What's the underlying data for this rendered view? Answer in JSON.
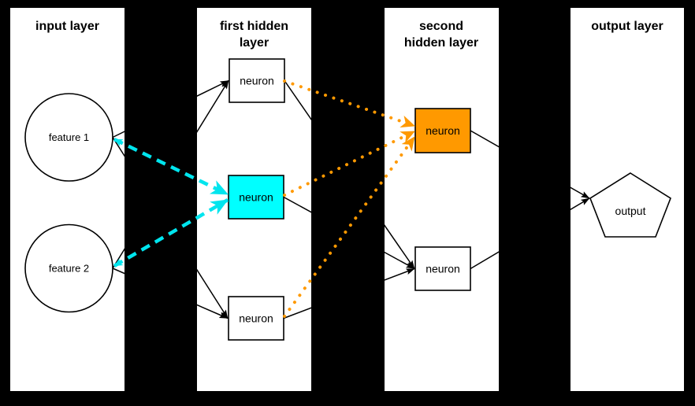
{
  "diagram_title": "neural network layers diagram",
  "colors": {
    "background": "#000000",
    "panel": "#ffffff",
    "line_black": "#000000",
    "highlight_cyan": "#00e5ee",
    "highlight_orange": "#ff9900"
  },
  "layers": [
    {
      "name": "input layer",
      "title_lines": [
        "input layer"
      ]
    },
    {
      "name": "first hidden layer",
      "title_lines": [
        "first hidden",
        "layer"
      ]
    },
    {
      "name": "second hidden layer",
      "title_lines": [
        "second",
        "hidden layer"
      ]
    },
    {
      "name": "output layer",
      "title_lines": [
        "output layer"
      ]
    }
  ],
  "nodes": {
    "feature1": {
      "label": "feature 1",
      "shape": "circle",
      "fill": "#ffffff"
    },
    "feature2": {
      "label": "feature 2",
      "shape": "circle",
      "fill": "#ffffff"
    },
    "hidden1_top": {
      "label": "neuron",
      "shape": "rect",
      "fill": "#ffffff"
    },
    "hidden1_mid": {
      "label": "neuron",
      "shape": "rect",
      "fill": "#00ffff"
    },
    "hidden1_bottom": {
      "label": "neuron",
      "shape": "rect",
      "fill": "#ffffff"
    },
    "hidden2_top": {
      "label": "neuron",
      "shape": "rect",
      "fill": "#ff9900"
    },
    "hidden2_bottom": {
      "label": "neuron",
      "shape": "rect",
      "fill": "#ffffff"
    },
    "output": {
      "label": "output",
      "shape": "pentagon",
      "fill": "#ffffff"
    }
  },
  "edges": [
    {
      "from": "feature1",
      "to": "hidden1_top",
      "style": "solid-black-arrow"
    },
    {
      "from": "feature1",
      "to": "hidden1_bottom",
      "style": "solid-black-arrow"
    },
    {
      "from": "feature2",
      "to": "hidden1_top",
      "style": "solid-black-arrow"
    },
    {
      "from": "feature2",
      "to": "hidden1_bottom",
      "style": "solid-black-arrow"
    },
    {
      "from": "feature1",
      "to": "hidden1_mid",
      "style": "dashed-cyan-arrow"
    },
    {
      "from": "feature2",
      "to": "hidden1_mid",
      "style": "dashed-cyan-arrow"
    },
    {
      "from": "hidden1_top",
      "to": "hidden2_top",
      "style": "dotted-orange-arrow"
    },
    {
      "from": "hidden1_mid",
      "to": "hidden2_top",
      "style": "dotted-orange-arrow"
    },
    {
      "from": "hidden1_bottom",
      "to": "hidden2_top",
      "style": "dotted-orange-arrow"
    },
    {
      "from": "hidden1_top",
      "to": "hidden2_bottom",
      "style": "solid-black-arrow"
    },
    {
      "from": "hidden1_mid",
      "to": "hidden2_bottom",
      "style": "solid-black-arrow"
    },
    {
      "from": "hidden1_bottom",
      "to": "hidden2_bottom",
      "style": "solid-black-arrow"
    },
    {
      "from": "hidden2_top",
      "to": "output",
      "style": "solid-black-arrow"
    },
    {
      "from": "hidden2_bottom",
      "to": "output",
      "style": "solid-black-arrow"
    }
  ]
}
